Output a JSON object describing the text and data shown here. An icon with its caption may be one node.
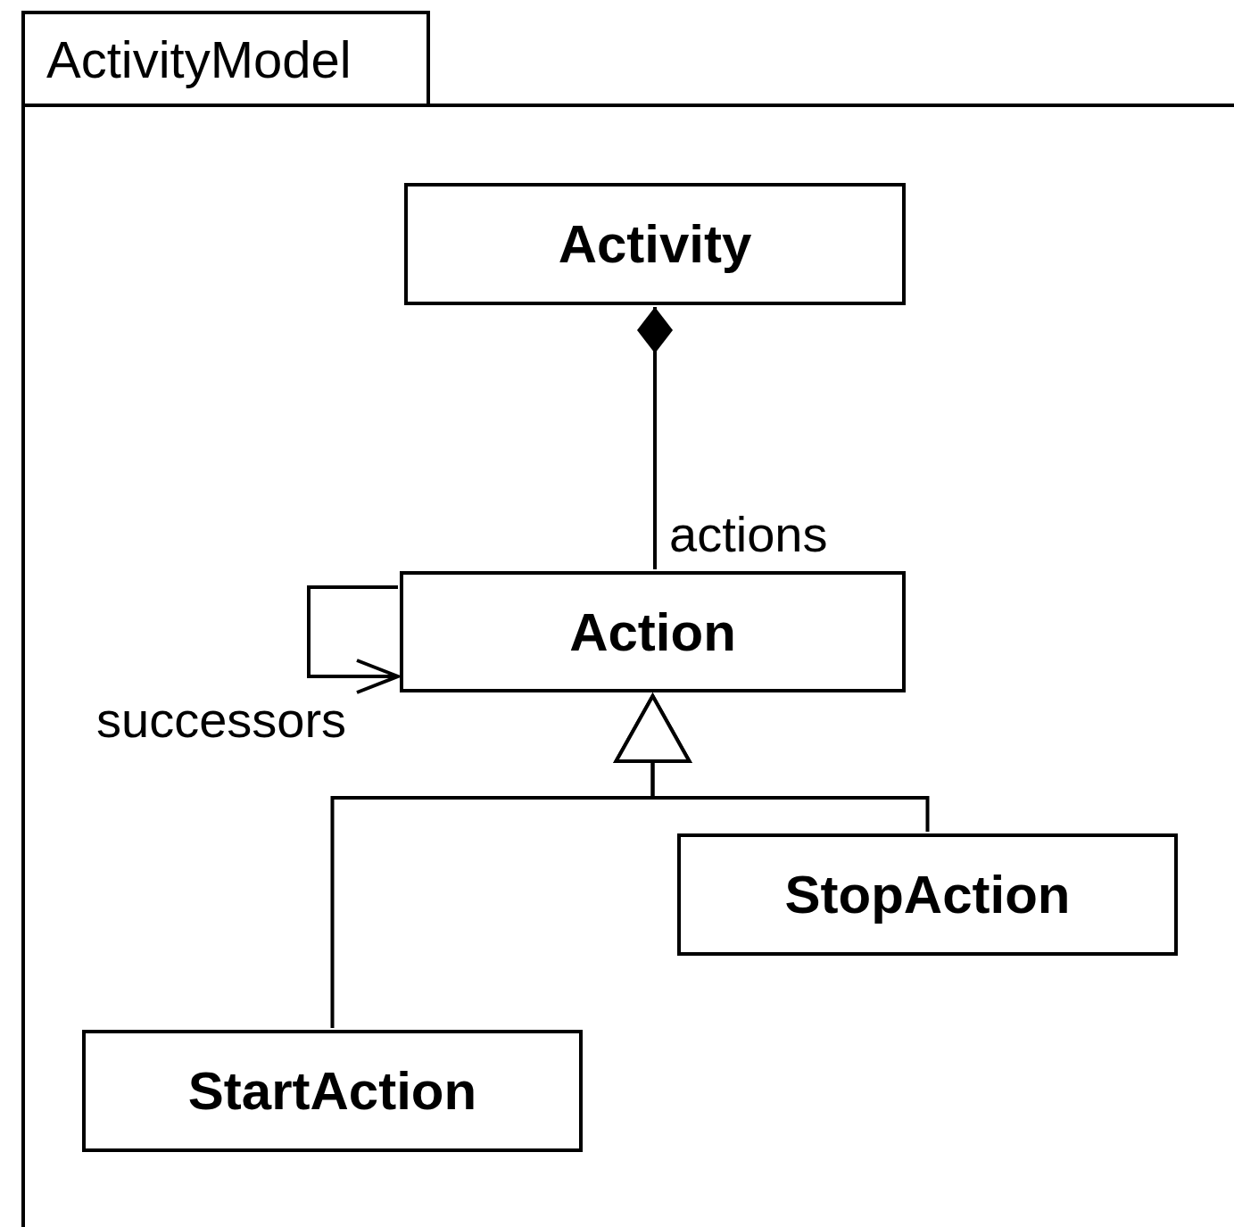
{
  "diagram": {
    "nodes": [
      {
        "text": [
          "ActivityModel"
        ]
      },
      {
        "text": [
          "Activity"
        ],
        "in": 0
      },
      {
        "text": [
          "Action"
        ],
        "in": 0
      },
      {
        "text": [
          "StopAction"
        ],
        "in": 0
      },
      {
        "text": [
          "StartAction"
        ],
        "in": 0
      }
    ],
    "edges": [
      {
        "from": 1,
        "to": 2,
        "arrow": "other",
        "label": "actions"
      },
      {
        "from": 2,
        "to": 2,
        "arrow": "to",
        "label": "successors"
      },
      {
        "from": 3,
        "to": 2,
        "arrow": "to"
      },
      {
        "from": 4,
        "to": 2,
        "arrow": "to"
      }
    ]
  }
}
